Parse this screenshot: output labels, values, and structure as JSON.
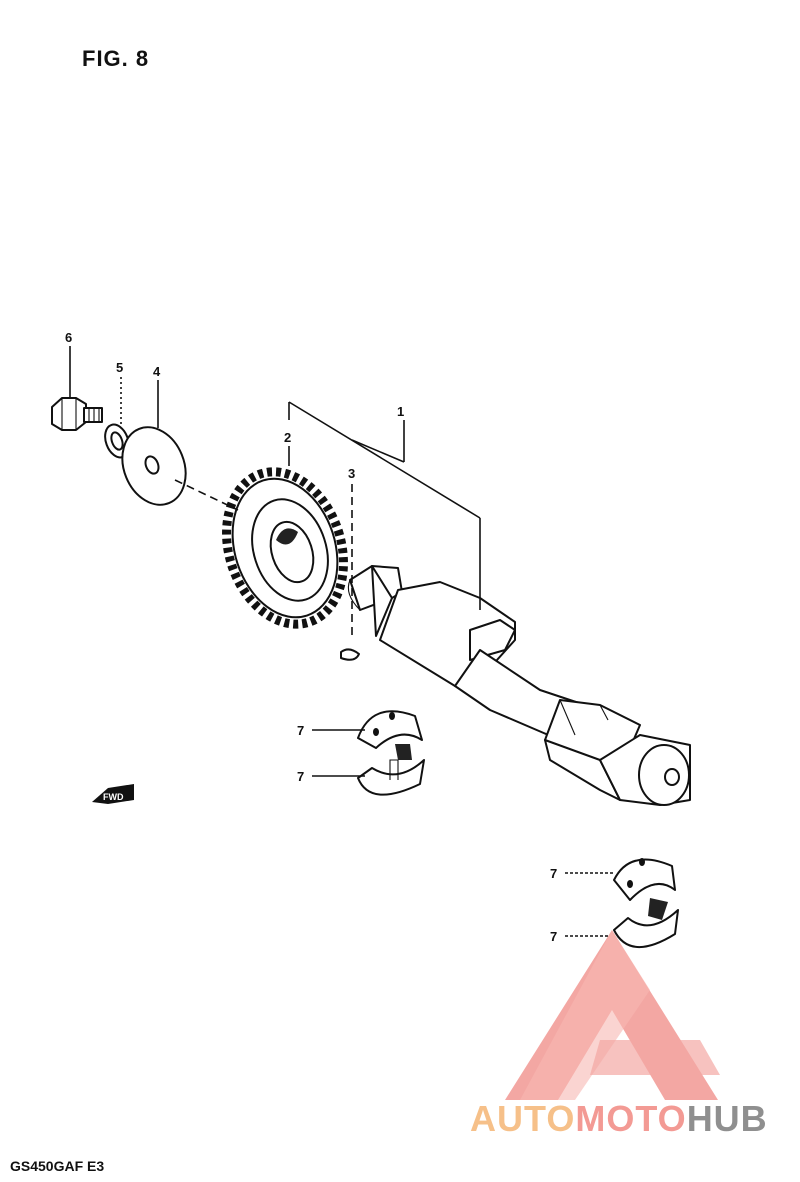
{
  "figure": {
    "title": "FIG. 8",
    "model_code": "GS450GAF E3"
  },
  "callouts": {
    "c1": "1",
    "c2": "2",
    "c3": "3",
    "c4": "4",
    "c5": "5",
    "c6": "6",
    "c7a": "7",
    "c7b": "7",
    "c7c": "7",
    "c7d": "7"
  },
  "direction_label": "FWD",
  "watermark": {
    "part1": "AUTO",
    "part2": "MOTO",
    "part3": "HUB",
    "colors": [
      "#f6c089",
      "#f39a94",
      "#8f8f8f"
    ]
  }
}
